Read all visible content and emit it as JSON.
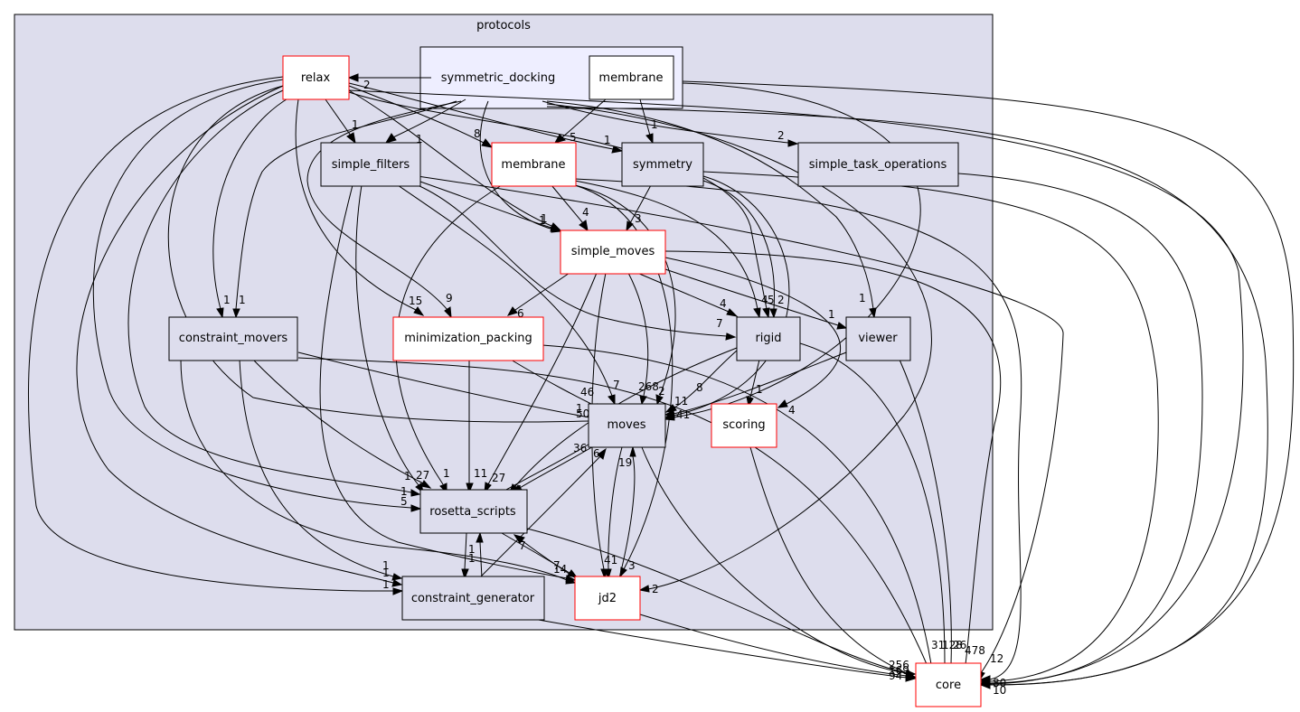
{
  "diagram": {
    "cluster_label": "protocols",
    "nodes": {
      "symmetric_docking": "symmetric_docking",
      "membrane_sub": "membrane",
      "relax": "relax",
      "simple_filters": "simple_filters",
      "membrane": "membrane",
      "symmetry": "symmetry",
      "simple_task_operations": "simple_task_operations",
      "simple_moves": "simple_moves",
      "constraint_movers": "constraint_movers",
      "minimization_packing": "minimization_packing",
      "rigid": "rigid",
      "viewer": "viewer",
      "moves": "moves",
      "scoring": "scoring",
      "rosetta_scripts": "rosetta_scripts",
      "constraint_generator": "constraint_generator",
      "jd2": "jd2",
      "core": "core"
    },
    "edge_labels": {
      "e1": "2",
      "e2": "1",
      "e3": "1",
      "e4": "8",
      "e5": "5",
      "e6": "1",
      "e7": "1",
      "e8": "2",
      "e9": "1",
      "e10": "1",
      "e11": "15",
      "e12": "9",
      "e13": "4",
      "e14": "3",
      "e15": "1",
      "e16": "6",
      "e17": "4",
      "e18": "7",
      "e19": "4",
      "e20": "5",
      "e21": "2",
      "e22": "1",
      "e23": "1",
      "e24": "46",
      "e25": "7",
      "e26": "268",
      "e27": "2",
      "e28": "11",
      "e29": "8",
      "e30": "1",
      "e31": "4",
      "e32": "1",
      "e33": "50",
      "e34": "41",
      "e35": "36",
      "e36": "6",
      "e37": "19",
      "e38": "1",
      "e39": "27",
      "e40": "1",
      "e41": "11",
      "e42": "27",
      "e43": "4",
      "e44": "1",
      "e45": "1",
      "e46": "5",
      "e47": "1",
      "e48": "1",
      "e49": "7",
      "e50": "1",
      "e51": "7",
      "e52": "14",
      "e53": "41",
      "e54": "3",
      "e55": "1",
      "e56": "1",
      "e57": "1",
      "e58": "2",
      "e59": "31",
      "e60": "128",
      "e61": "26",
      "e62": "478",
      "e63": "12",
      "e64": "256",
      "e65": "169",
      "e66": "94",
      "e67": "80",
      "e68": "10"
    }
  }
}
